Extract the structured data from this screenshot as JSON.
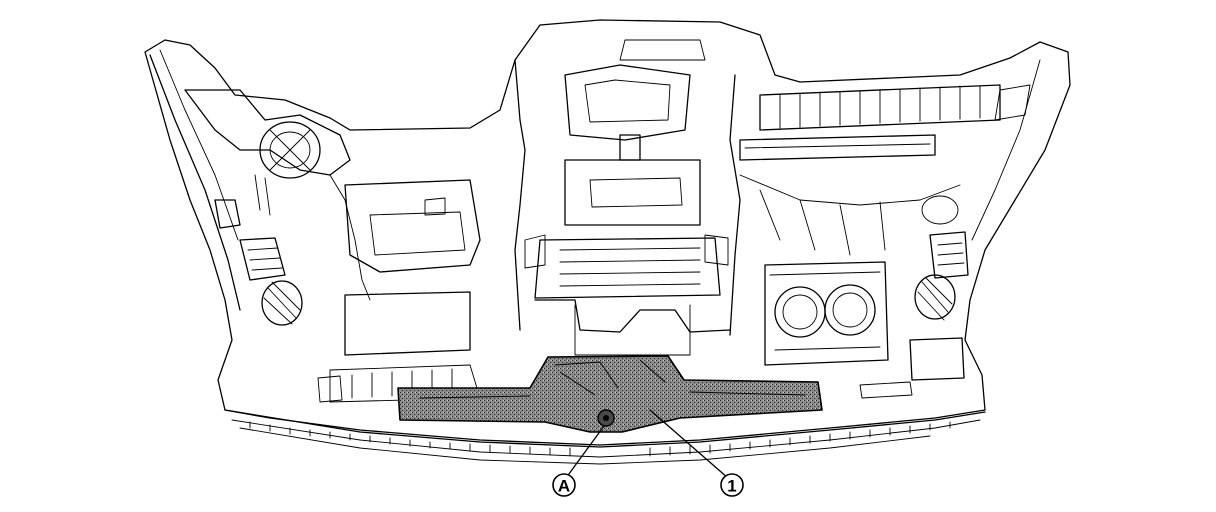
{
  "figure": {
    "subject": "instrument-panel-lower-assembly",
    "highlight_fill": "#6e6e6e"
  },
  "callouts": [
    {
      "id": "A",
      "label": "A"
    },
    {
      "id": "1",
      "label": "1"
    }
  ]
}
